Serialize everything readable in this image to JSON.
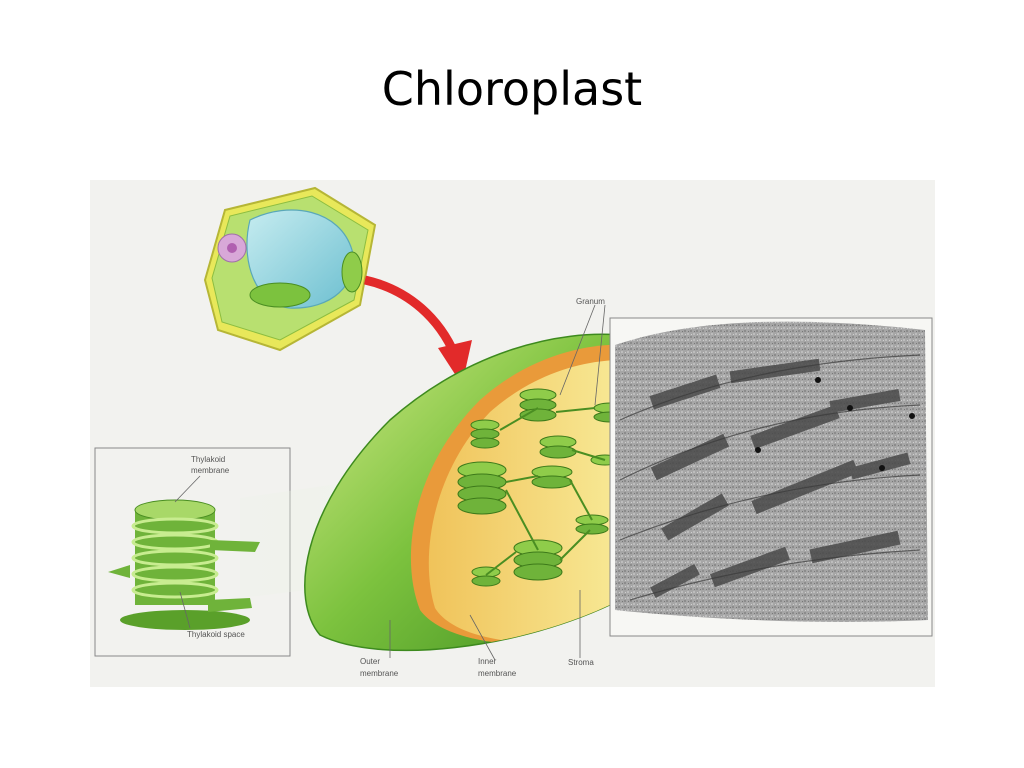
{
  "slide": {
    "title": "Chloroplast"
  },
  "figure": {
    "labels": {
      "granum": "Granum",
      "thylakoid_membrane_1": "Thylakoid",
      "thylakoid_membrane_2": "membrane",
      "thylakoid_space": "Thylakoid space",
      "outer_membrane_1": "Outer",
      "outer_membrane_2": "membrane",
      "inner_membrane_1": "Inner",
      "inner_membrane_2": "membrane",
      "stroma": "Stroma"
    },
    "colors": {
      "chloroplast_green": "#6fb33a",
      "stroma_yellow": "#f3e07a",
      "inner_orange": "#e99a3a",
      "arrow_red": "#e22a2a",
      "vacuole_blue": "#8fd0dc",
      "micrograph_gray": "#8a8a8a"
    }
  }
}
